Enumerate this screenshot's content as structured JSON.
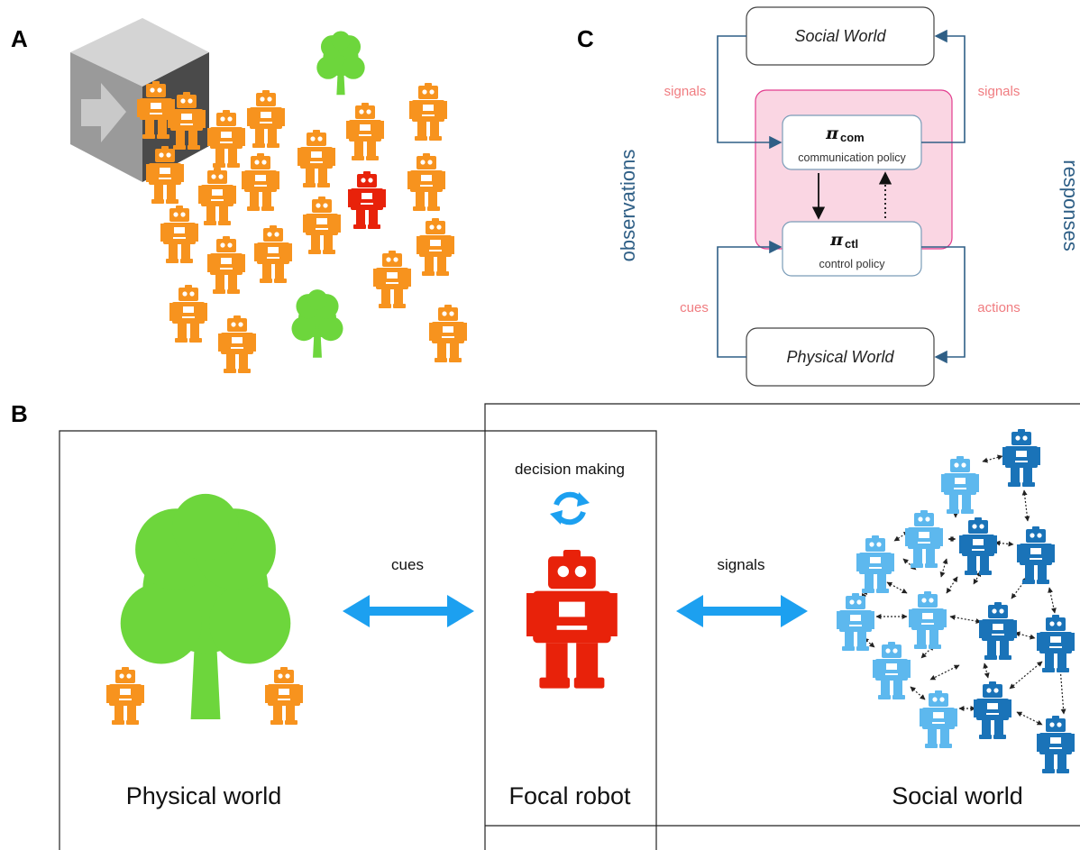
{
  "panels": {
    "a": "A",
    "b": "B",
    "c": "C"
  },
  "panel_c": {
    "social_world": "Social World",
    "physical_world": "Physical World",
    "signals_left": "signals",
    "signals_right": "signals",
    "cues": "cues",
    "actions": "actions",
    "observations": "observations",
    "responses": "responses",
    "com_policy": {
      "symbol": "π",
      "subscript": "com",
      "label": "communication policy"
    },
    "ctl_policy": {
      "symbol": "π",
      "subscript": "ctl",
      "label": "control policy"
    }
  },
  "panel_b": {
    "decision_making": "decision making",
    "cues": "cues",
    "signals": "signals",
    "physical_world": "Physical world",
    "focal_robot": "Focal robot",
    "social_world": "Social world"
  },
  "colors": {
    "orange_robot": "#f7931e",
    "red_robot": "#e8220a",
    "tree_green": "#6dd63c",
    "light_blue_robot": "#5db8ee",
    "dark_blue_robot": "#1a73b8",
    "arrow_blue": "#1ca0f0",
    "pink_box": "#fad6e3",
    "pink_text": "#f07c80",
    "dark_blue_text": "#2f5f86"
  }
}
